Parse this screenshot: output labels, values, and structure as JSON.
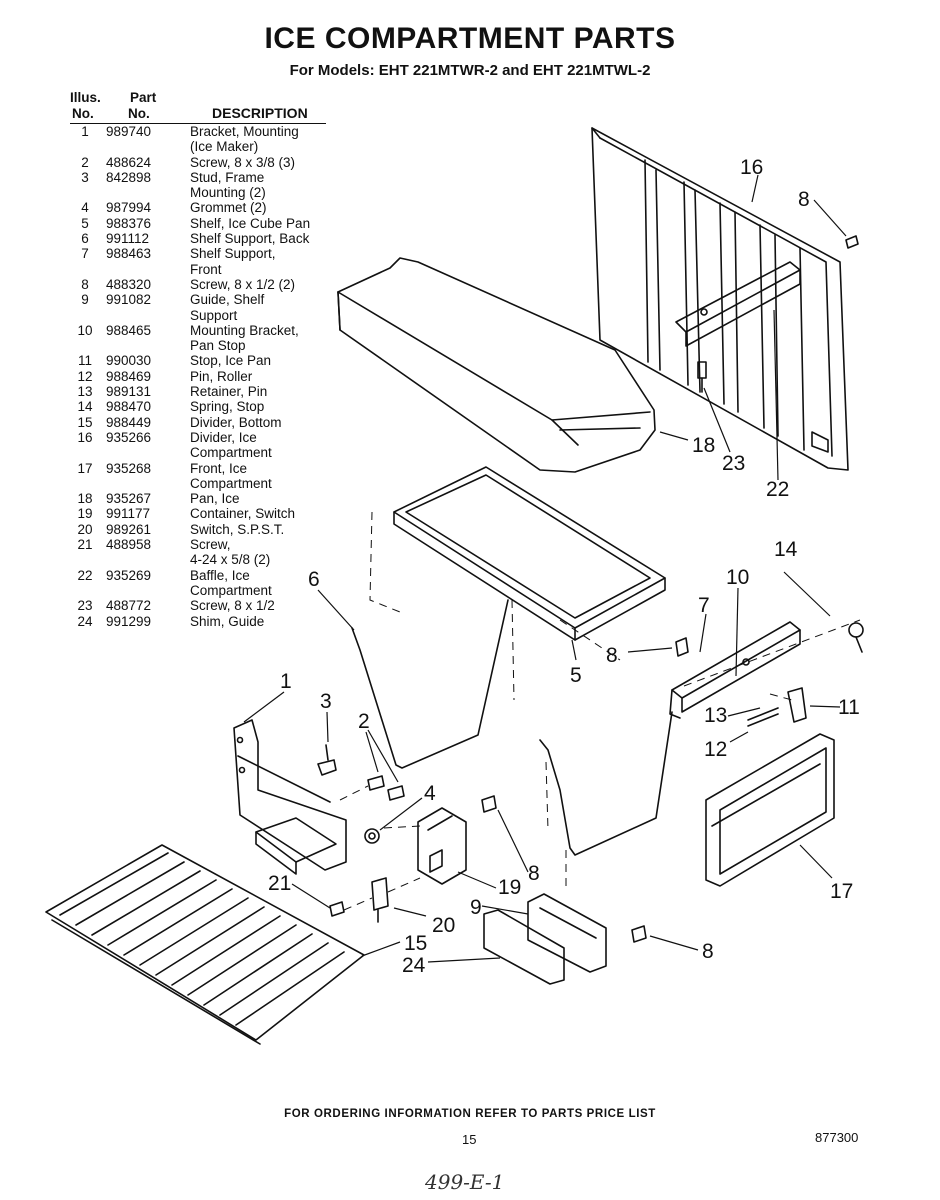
{
  "title": "ICE COMPARTMENT PARTS",
  "subtitle": "For Models: EHT 221MTWR-2 and EHT 221MTWL-2",
  "table": {
    "header_illus": "Illus.",
    "header_illus_no": "No.",
    "header_part": "Part",
    "header_part_no": "No.",
    "header_desc": "DESCRIPTION",
    "rows": [
      {
        "illus": "1",
        "part": "989740",
        "desc": "Bracket, Mounting\n(Ice Maker)"
      },
      {
        "illus": "2",
        "part": "488624",
        "desc": "Screw, 8 x 3/8 (3)"
      },
      {
        "illus": "3",
        "part": "842898",
        "desc": "Stud, Frame\nMounting (2)"
      },
      {
        "illus": "4",
        "part": "987994",
        "desc": "Grommet (2)"
      },
      {
        "illus": "5",
        "part": "988376",
        "desc": "Shelf, Ice Cube Pan"
      },
      {
        "illus": "6",
        "part": "991112",
        "desc": "Shelf Support, Back"
      },
      {
        "illus": "7",
        "part": "988463",
        "desc": "Shelf Support,\nFront"
      },
      {
        "illus": "8",
        "part": "488320",
        "desc": "Screw, 8 x 1/2 (2)"
      },
      {
        "illus": "9",
        "part": "991082",
        "desc": "Guide, Shelf\nSupport"
      },
      {
        "illus": "10",
        "part": "988465",
        "desc": "Mounting Bracket,\nPan Stop"
      },
      {
        "illus": "11",
        "part": "990030",
        "desc": "Stop, Ice Pan"
      },
      {
        "illus": "12",
        "part": "988469",
        "desc": "Pin, Roller"
      },
      {
        "illus": "13",
        "part": "989131",
        "desc": "Retainer, Pin"
      },
      {
        "illus": "14",
        "part": "988470",
        "desc": "Spring, Stop"
      },
      {
        "illus": "15",
        "part": "988449",
        "desc": "Divider, Bottom"
      },
      {
        "illus": "16",
        "part": "935266",
        "desc": "Divider, Ice\nCompartment"
      },
      {
        "illus": "17",
        "part": "935268",
        "desc": "Front, Ice\nCompartment"
      },
      {
        "illus": "18",
        "part": "935267",
        "desc": "Pan, Ice"
      },
      {
        "illus": "19",
        "part": "991177",
        "desc": "Container, Switch"
      },
      {
        "illus": "20",
        "part": "989261",
        "desc": "Switch, S.P.S.T."
      },
      {
        "illus": "21",
        "part": "488958",
        "desc": "Screw,\n4-24 x 5/8 (2)"
      },
      {
        "illus": "22",
        "part": "935269",
        "desc": "Baffle, Ice\nCompartment"
      },
      {
        "illus": "23",
        "part": "488772",
        "desc": "Screw, 8 x 1/2"
      },
      {
        "illus": "24",
        "part": "991299",
        "desc": "Shim, Guide"
      }
    ]
  },
  "callouts": {
    "c1": "1",
    "c2": "2",
    "c3": "3",
    "c4": "4",
    "c5": "5",
    "c6": "6",
    "c7": "7",
    "c8a": "8",
    "c8b": "8",
    "c8c": "8",
    "c8d": "8",
    "c9": "9",
    "c10": "10",
    "c11": "11",
    "c12": "12",
    "c13": "13",
    "c14": "14",
    "c15": "15",
    "c16": "16",
    "c17": "17",
    "c18": "18",
    "c19": "19",
    "c20": "20",
    "c21": "21",
    "c22": "22",
    "c23": "23",
    "c24": "24"
  },
  "footer": "FOR ORDERING INFORMATION REFER TO PARTS PRICE LIST",
  "page_number": "15",
  "doc_number": "877300",
  "handwritten_note": "499-E-1"
}
